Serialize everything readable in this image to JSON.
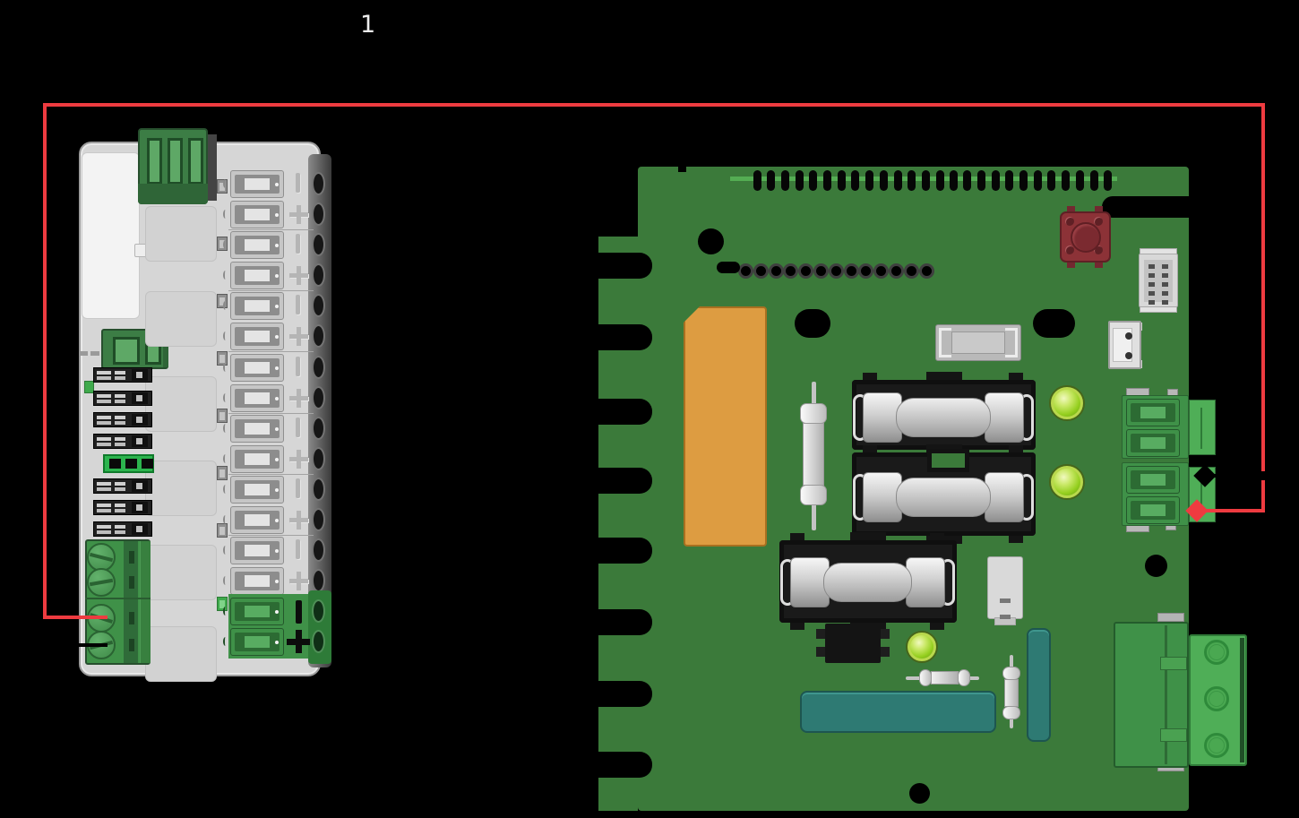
{
  "callout": {
    "number": "1"
  },
  "colors": {
    "background": "#000000",
    "wire_red": "#ee3b40",
    "wire_black": "#000000",
    "module_body": "#d6d6d6",
    "module_terminal": "#c6c6c6",
    "green_dark": "#3c7d45",
    "green_terminal": "#3f9148",
    "green_bright": "#4fae57",
    "green_highlight": "#2cb44e",
    "pcb_green": "#3b7a3a",
    "pcb_silk": "#54ad53",
    "orange": "#dd9c41",
    "teal": "#2e7a73",
    "led": "#a8d838",
    "button_red": "#8c3237",
    "silver": "#c9c9c9"
  },
  "left_module": {
    "top_connector_pins": 3,
    "side_connector_slots": 2,
    "terminal_pairs": 8,
    "highlighted_pair": 8,
    "pair_symbols": [
      "|",
      "+"
    ],
    "module_slots": 6,
    "connector_rows": 8,
    "highlighted_row": 5,
    "screw_terminals": 4,
    "smd_squares": 8
  },
  "pcb": {
    "edge_slots": 8,
    "top_pin_groups": [
      14,
      12
    ],
    "pad_row_pins": 13,
    "header_pin_rows": 5,
    "header_pin_cols": 2,
    "fuses": 3,
    "leds": 3,
    "side_terminal_blocks": 2,
    "side_terminal_positions": 2,
    "bottom_terminal_positions": 3
  },
  "wires": {
    "red": {
      "from": "module bottom-left screw terminal 3",
      "to": "pcb right terminal block lower position"
    },
    "black": {
      "from": "module bottom-left screw terminal 4",
      "to": "pcb right terminal block upper position"
    }
  }
}
